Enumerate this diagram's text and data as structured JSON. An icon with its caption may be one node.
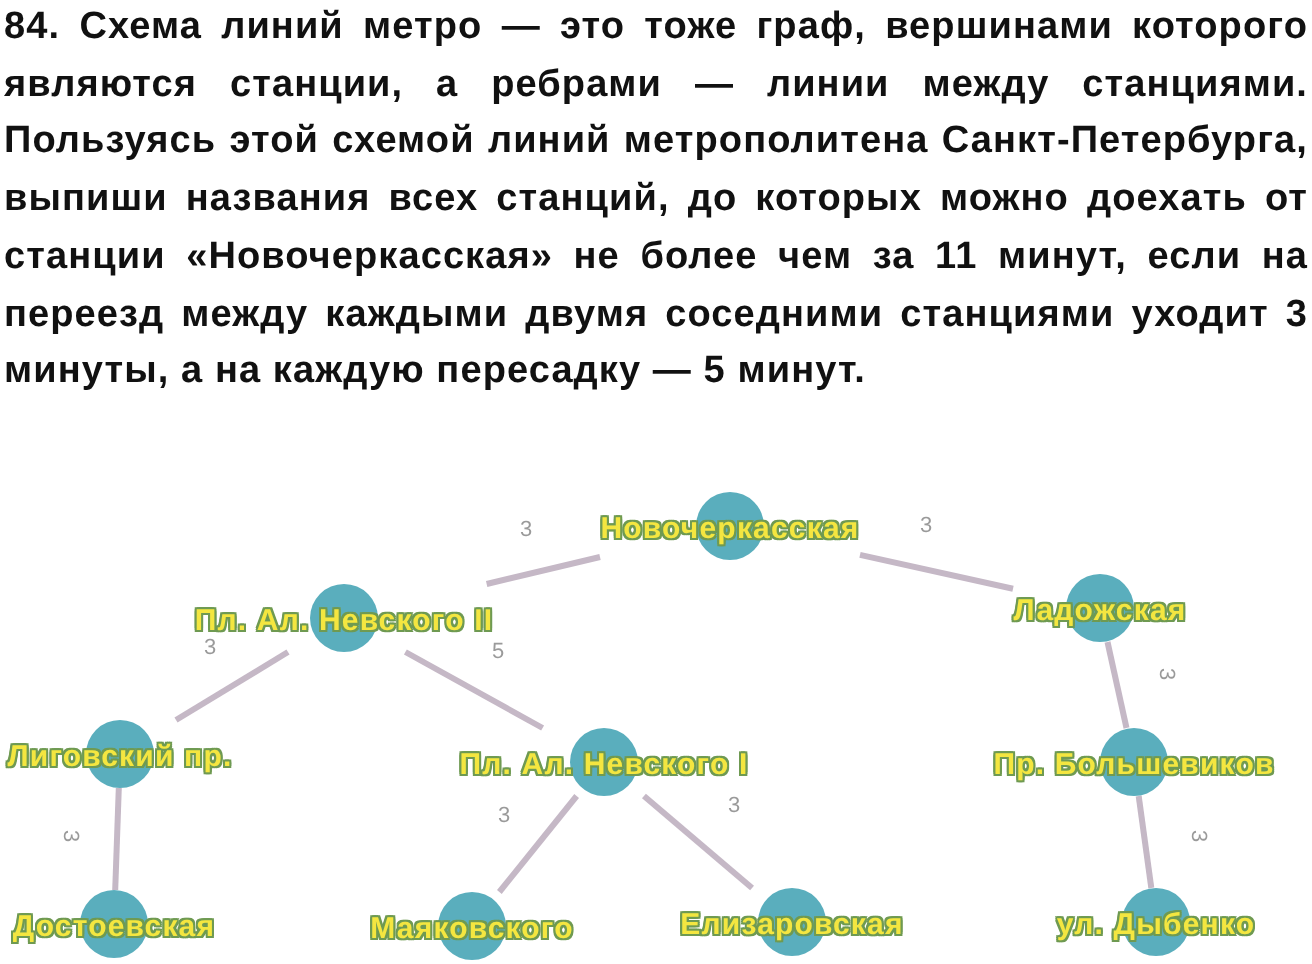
{
  "diagram": {
    "title": "84. Схема линий метро — это тоже граф, вершинами которого являются станции, а ребрами — линии между станциями. Пользуясь этой схемой линий метрополитена Санкт-Петербурга, выпиши названия всех станций, до которых можно доехать от станции «Новочеркасская» не более чем за 11 минут, если на переезд между каждыми двумя соседними станциями уходит 3 минуты, а на каждую пересадку — 5 минут.",
    "nodes": [
      {
        "text": [
          "Новочеркасская"
        ]
      },
      {
        "text": [
          "Пл. Ал. Невского II"
        ]
      },
      {
        "text": [
          "Ладожская"
        ]
      },
      {
        "text": [
          "Лиговский пр."
        ]
      },
      {
        "text": [
          "Пл. Ал. Невского I"
        ]
      },
      {
        "text": [
          "Пр. Большевиков"
        ]
      },
      {
        "text": [
          "Достоевская"
        ]
      },
      {
        "text": [
          "Маяковского"
        ]
      },
      {
        "text": [
          "Елизаровская"
        ]
      },
      {
        "text": [
          "ул. Дыбенко"
        ]
      }
    ],
    "edges": [
      {
        "from": 0,
        "to": 1,
        "arrow": "none",
        "label": "3"
      },
      {
        "from": 0,
        "to": 2,
        "arrow": "none",
        "label": "3"
      },
      {
        "from": 1,
        "to": 3,
        "arrow": "none",
        "label": "3"
      },
      {
        "from": 1,
        "to": 4,
        "arrow": "none",
        "label": "5"
      },
      {
        "from": 2,
        "to": 5,
        "arrow": "none",
        "label": "3"
      },
      {
        "from": 3,
        "to": 6,
        "arrow": "none",
        "label": "3"
      },
      {
        "from": 4,
        "to": 7,
        "arrow": "none",
        "label": "3"
      },
      {
        "from": 4,
        "to": 8,
        "arrow": "none",
        "label": "3"
      },
      {
        "from": 5,
        "to": 9,
        "arrow": "none",
        "label": "3"
      }
    ]
  }
}
